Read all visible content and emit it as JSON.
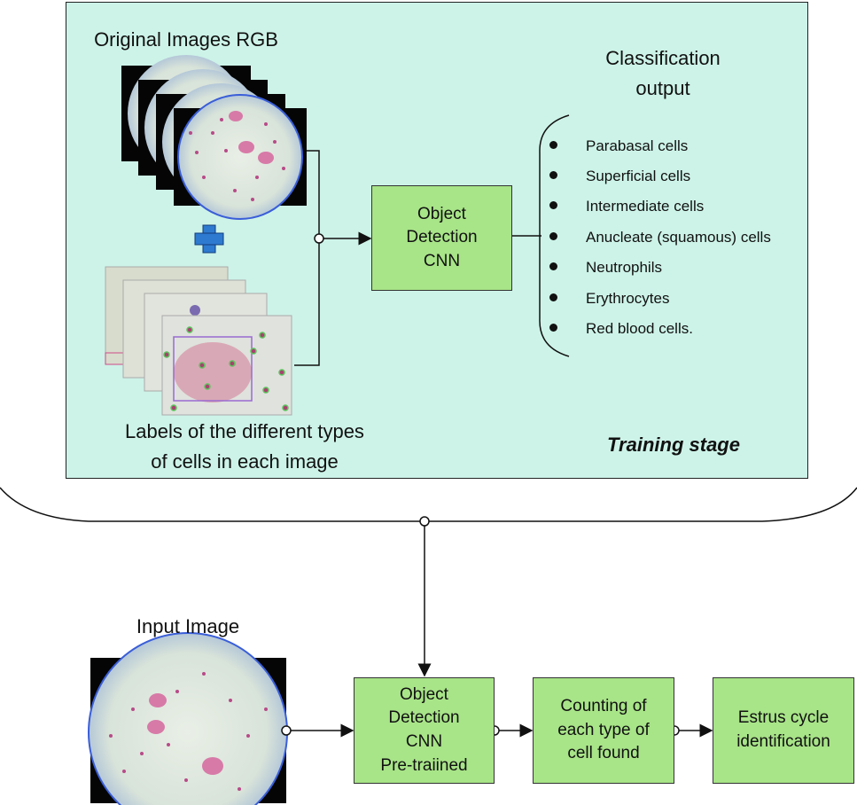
{
  "training": {
    "images_label": "Original Images RGB",
    "labels_caption_line1": "Labels of the different types",
    "labels_caption_line2": "of cells in each image",
    "detector": "Object\nDetection\nCNN",
    "output_title_line1": "Classification",
    "output_title_line2": "output",
    "classes": [
      "Parabasal cells",
      "Superficial cells",
      "Intermediate cells",
      "Anucleate (squamous) cells",
      "Neutrophils",
      "Erythrocytes",
      "Red blood cells."
    ],
    "stage_label": "Training stage"
  },
  "inference": {
    "input_label": "Input Image",
    "pretrained": "Object\nDetection\nCNN\nPre-traiined",
    "counting": "Counting of\neach type of\ncell found",
    "estrus": "Estrus cycle\nidentification"
  },
  "colors": {
    "stage_bg": "#cdf3e8",
    "box_fill": "#a8e488",
    "plus": "#2e7ad0"
  }
}
